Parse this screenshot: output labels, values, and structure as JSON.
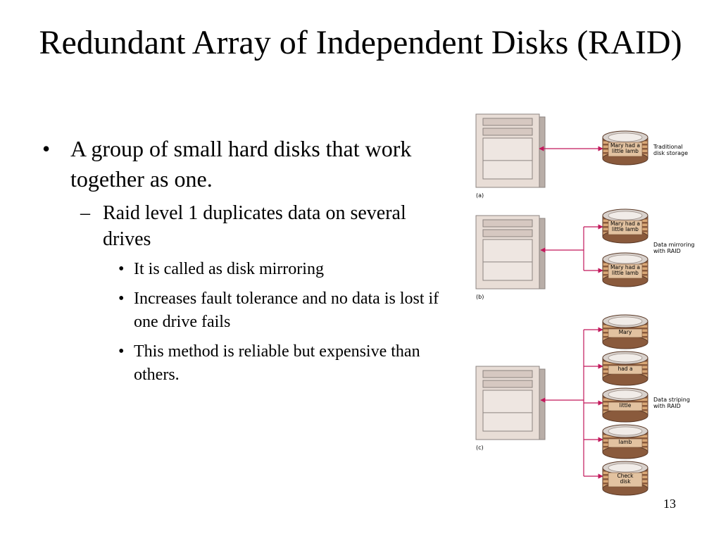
{
  "slide": {
    "title": "Redundant Array of Independent Disks (RAID)",
    "page_number": "13"
  },
  "bullets": {
    "b1": "A group of small hard disks that work together as one.",
    "b2": "Raid level 1 duplicates data on several drives",
    "b3": "It is called as disk mirroring",
    "b4": "Increases fault tolerance and no data is lost if one drive fails",
    "b5": "This method is reliable but expensive than others."
  },
  "markers": {
    "dot": "•",
    "dash": "–"
  },
  "diagram": {
    "panel_a": {
      "letter": "(a)",
      "disk_text": [
        "Mary had a",
        "little lamb"
      ],
      "caption": [
        "Traditional",
        "disk storage"
      ]
    },
    "panel_b": {
      "letter": "(b)",
      "disk1_text": [
        "Mary had a",
        "little lamb"
      ],
      "disk2_text": [
        "Mary had a",
        "little lamb"
      ],
      "caption": [
        "Data mirroring",
        "with RAID"
      ]
    },
    "panel_c": {
      "letter": "(c)",
      "disks": [
        [
          "Mary"
        ],
        [
          "had a"
        ],
        [
          "little"
        ],
        [
          "lamb"
        ],
        [
          "Check",
          "disk"
        ]
      ],
      "caption": [
        "Data striping",
        "with RAID"
      ]
    },
    "colors": {
      "arrow": "#c2185b",
      "disk_band_dark": "#8a5a3c",
      "disk_band_light": "#d9a877",
      "server_face": "#e8ddd6",
      "server_edge": "#8c8480"
    }
  }
}
